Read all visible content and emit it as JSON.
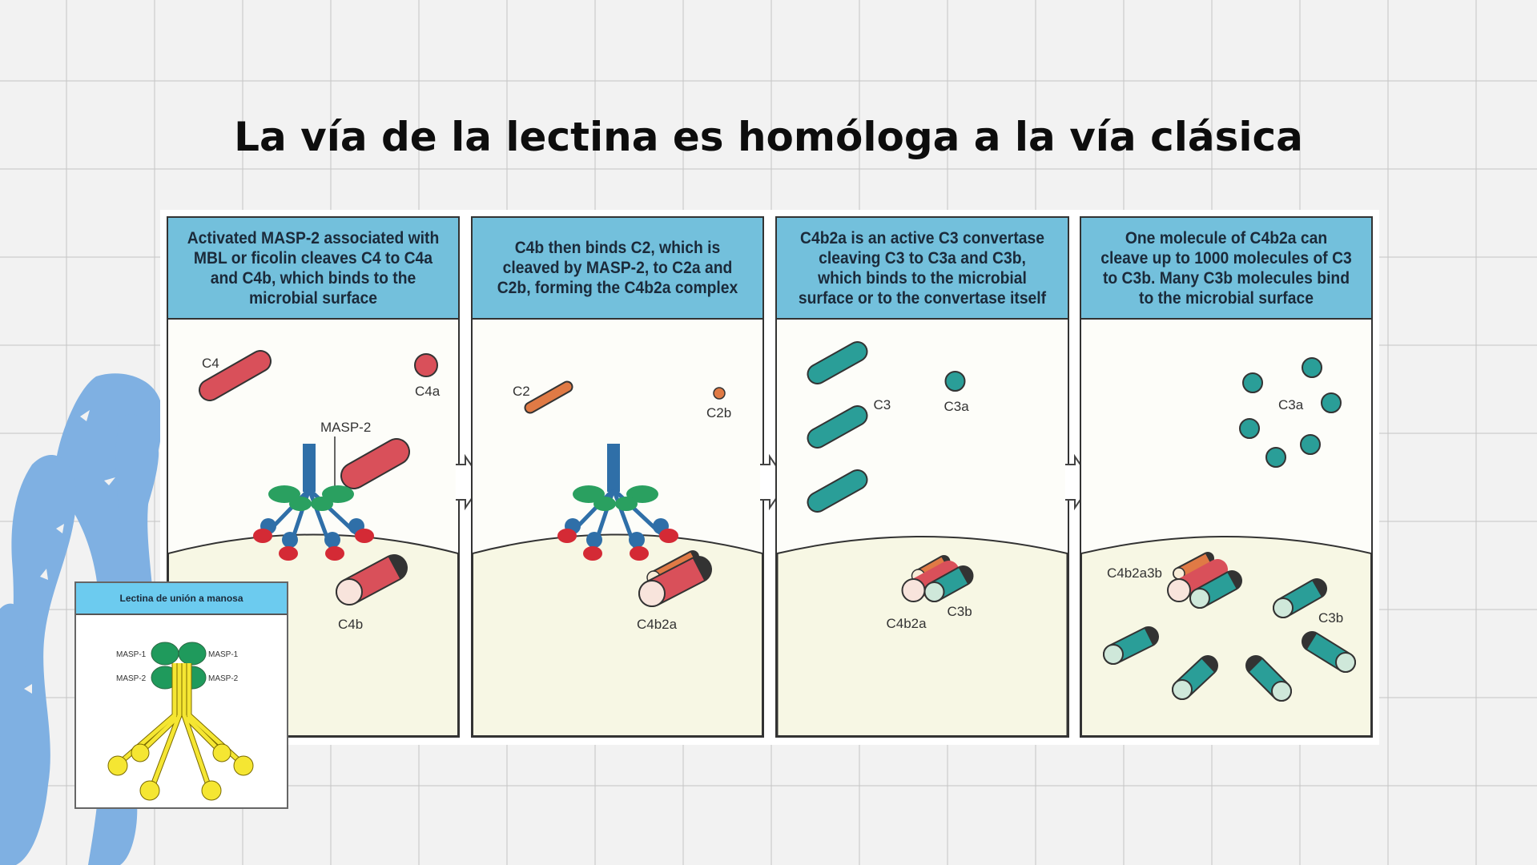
{
  "slide": {
    "title": "La vía de la lectina es homóloga a la vía clásica"
  },
  "figure": {
    "panels": [
      {
        "header": "Activated MASP-2 associated with MBL or ficolin cleaves C4 to C4a and C4b, which binds to the microbial surface",
        "labels": {
          "c4": "C4",
          "c4a": "C4a",
          "masp2": "MASP-2",
          "c4b": "C4b"
        }
      },
      {
        "header": "C4b then binds C2, which is cleaved by MASP-2, to C2a and C2b, forming the C4b2a complex",
        "labels": {
          "c2": "C2",
          "c2b": "C2b",
          "c4b2a": "C4b2a"
        }
      },
      {
        "header": "C4b2a is an active C3 convertase cleaving C3 to C3a and C3b, which binds to the microbial surface or to the convertase itself",
        "labels": {
          "c3": "C3",
          "c3a": "C3a",
          "c3b": "C3b",
          "c4b2a": "C4b2a"
        }
      },
      {
        "header": "One molecule of C4b2a can cleave up to 1000 molecules of C3 to C3b. Many C3b molecules bind to the microbial surface",
        "labels": {
          "c3a": "C3a",
          "c4b2a3b": "C4b2a3b",
          "c3b": "C3b"
        }
      }
    ],
    "colors": {
      "header_bg": "#73c0dc",
      "c4_red": "#d9505a",
      "c2_orange": "#e07a45",
      "c3_teal": "#2a9e98",
      "mbl_blue": "#2f6fa8",
      "masp_green": "#2aa060",
      "surface": "#f7f7e4"
    }
  },
  "inset": {
    "title": "Lectina de unión a manosa",
    "labels": {
      "masp1_left": "MASP-1",
      "masp1_right": "MASP-1",
      "masp2_left": "MASP-2",
      "masp2_right": "MASP-2"
    }
  }
}
